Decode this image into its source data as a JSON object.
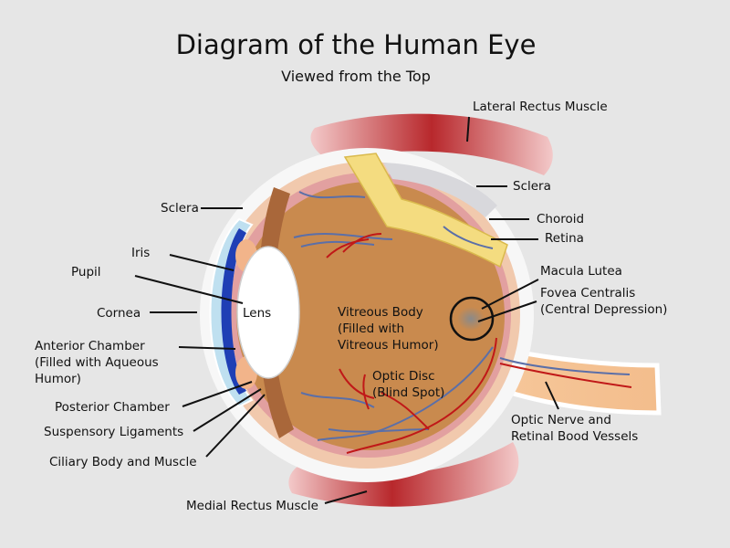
{
  "title": "Diagram of the Human Eye",
  "subtitle": "Viewed from the Top",
  "labels": {
    "lateral_rectus": "Lateral Rectus Muscle",
    "sclera_right": "Sclera",
    "choroid": "Choroid",
    "retina": "Retina",
    "macula_lutea": "Macula Lutea",
    "fovea_centralis": "Fovea Centralis\n(Central Depression)",
    "optic_nerve": "Optic Nerve and\nRetinal Bood Vessels",
    "medial_rectus": "Medial Rectus Muscle",
    "sclera_left": "Sclera",
    "iris": "Iris",
    "pupil": "Pupil",
    "cornea": "Cornea",
    "anterior_chamber": "Anterior Chamber\n(Filled with Aqueous\nHumor)",
    "posterior_chamber": "Posterior Chamber",
    "suspensory_ligaments": "Suspensory Ligaments",
    "ciliary_body": "Ciliary Body and Muscle",
    "lens": "Lens",
    "vitreous_body": "Vitreous Body\n(Filled with\nVitreous Humor)",
    "optic_disc": "Optic Disc\n(Blind Spot)"
  },
  "colors": {
    "background": "#e6e6e6",
    "outer_halo": "#f7f7f7",
    "sclera": "#f1c9ad",
    "vitreous": "#c98a4e",
    "choroid": "#e2a0a0",
    "retina": "#f4dc80",
    "cornea": "#bfe0f0",
    "iris": "#1f3fb5",
    "lens": "#ffffff",
    "muscle": "#b8282c",
    "vessel_red": "#c01818",
    "vessel_blue": "#5b6fa8"
  }
}
